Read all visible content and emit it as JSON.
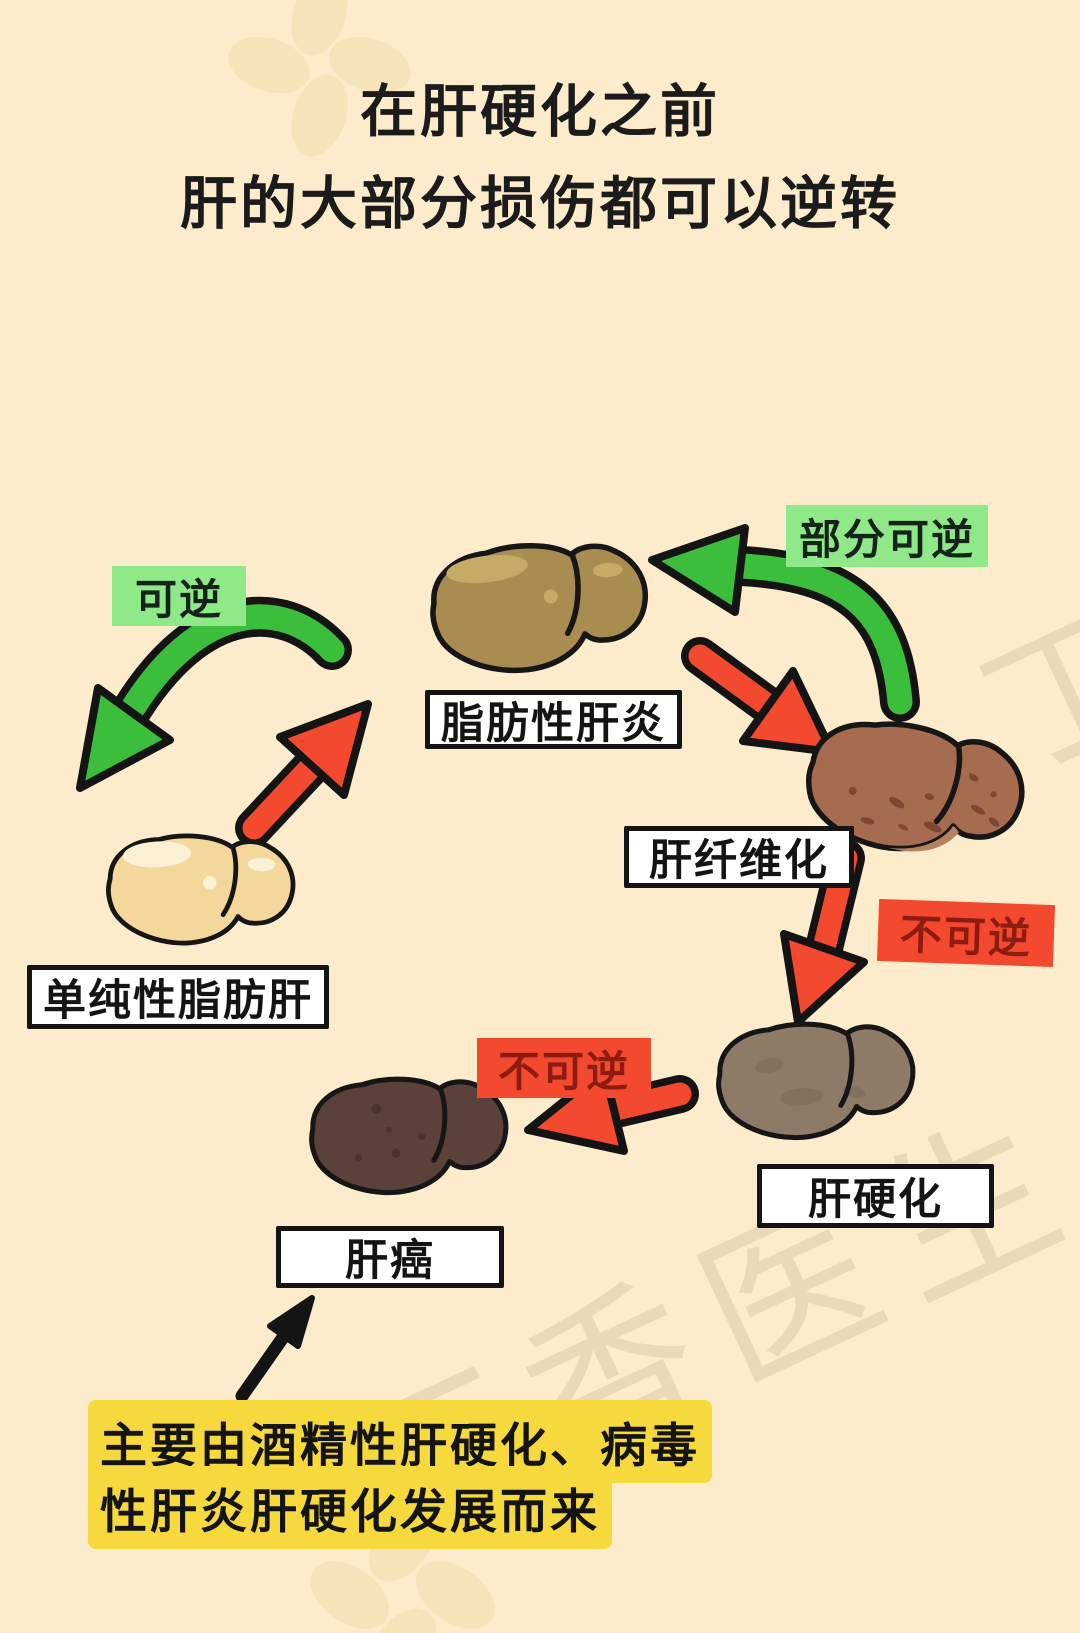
{
  "title": {
    "line1": "在肝硬化之前",
    "line2": "肝的大部分损伤都可以逆转"
  },
  "stages": [
    {
      "id": "simple-fatty-liver",
      "label": "单纯性脂肪肝",
      "liver_color": "#F4D89B",
      "highlight_color": "#FBF1D5"
    },
    {
      "id": "steatohepatitis",
      "label": "脂肪性肝炎",
      "liver_color": "#A98C50",
      "highlight_color": "#C6AB67"
    },
    {
      "id": "fibrosis",
      "label": "肝纤维化",
      "liver_color": "#A56C4F",
      "highlight_color": "#B5825F",
      "speckle_color": "#7C4832"
    },
    {
      "id": "cirrhosis",
      "label": "肝硬化",
      "liver_color": "#8D7B67",
      "patch_color": "#7C6A57"
    },
    {
      "id": "cancer",
      "label": "肝癌",
      "liver_color": "#5A423A",
      "highlight_color": "#664C42",
      "speckle_color": "#49332B"
    }
  ],
  "annotations": {
    "reversible": "可逆",
    "partially_reversible": "部分可逆",
    "irreversible_1": "不可逆",
    "irreversible_2": "不可逆"
  },
  "arrows": [
    {
      "name": "reversible-green-curved",
      "from": "脂肪性肝炎",
      "to": "单纯性脂肪肝",
      "color": "green"
    },
    {
      "name": "progression-red",
      "from": "单纯性脂肪肝",
      "to": "脂肪性肝炎",
      "color": "red"
    },
    {
      "name": "partially-reversible-green-curved",
      "from": "肝纤维化",
      "to": "脂肪性肝炎",
      "color": "green"
    },
    {
      "name": "progression-red",
      "from": "脂肪性肝炎",
      "to": "肝纤维化",
      "color": "red"
    },
    {
      "name": "irreversible-red",
      "from": "肝纤维化",
      "to": "肝硬化",
      "color": "red"
    },
    {
      "name": "irreversible-red",
      "from": "肝硬化",
      "to": "肝癌",
      "color": "red"
    },
    {
      "name": "source-note-black",
      "from": "注释",
      "to": "肝癌",
      "color": "black"
    }
  ],
  "footnote": {
    "line1": "主要由酒精性肝硬化、病毒",
    "line2": "性肝炎肝硬化发展而来"
  },
  "watermark": {
    "text": "丁香医生"
  },
  "colors": {
    "background": "#FCECCB",
    "green_arrow": "#3CBE3D",
    "green_label_bg": "#90E989",
    "red_arrow": "#F2492F",
    "red_label_bg": "#F2492F",
    "red_label_text": "#8D1B10",
    "yellow_highlight": "#F6D93C",
    "label_box_bg": "#FFFFFF",
    "label_box_border": "#141414",
    "title_text": "#1B1B1B",
    "outline_black": "#141414"
  }
}
